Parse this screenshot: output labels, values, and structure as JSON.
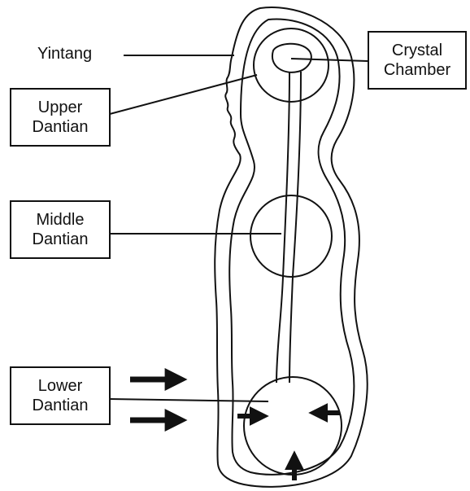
{
  "labels": {
    "yintang": "Yintang",
    "crystal_chamber": "Crystal\nChamber",
    "upper_dantian": "Upper\nDantian",
    "middle_dantian": "Middle\nDantian",
    "lower_dantian": "Lower\nDantian"
  },
  "colors": {
    "stroke": "#111111",
    "background": "#ffffff"
  }
}
